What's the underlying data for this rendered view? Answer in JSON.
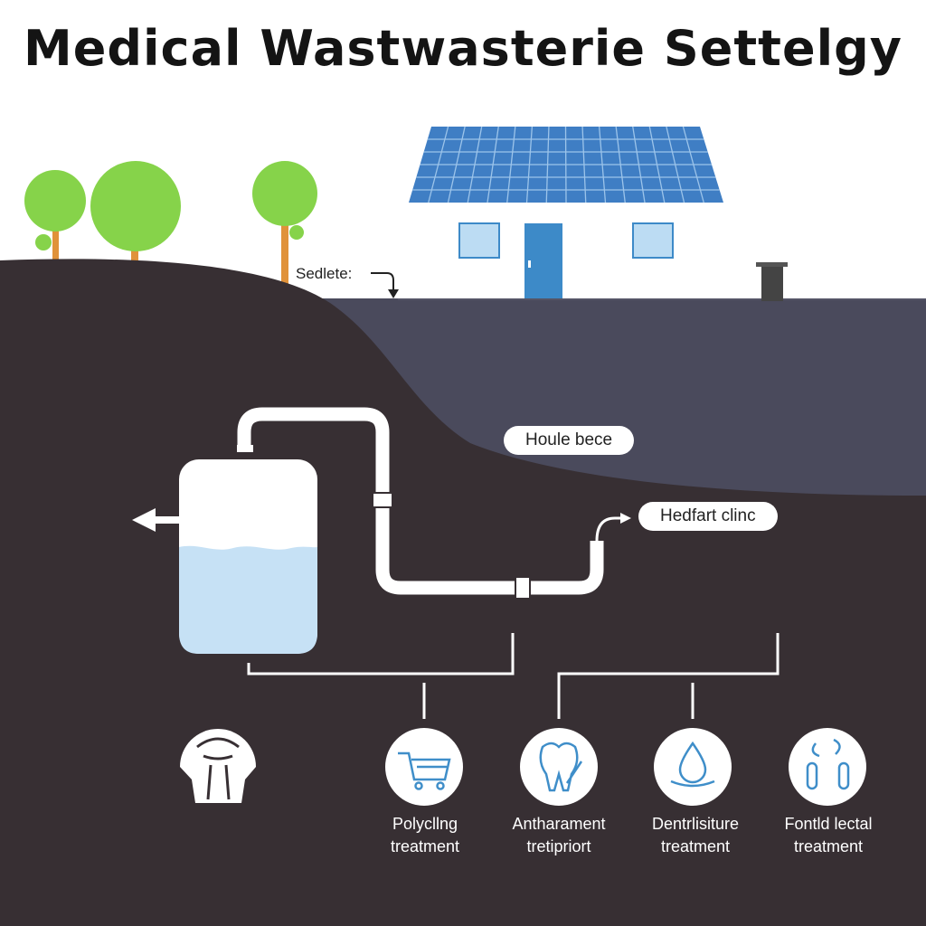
{
  "title": "Medical Wastwasterie Settelgy",
  "labels": {
    "ground": "Sedlete:",
    "pill_1": "Houle bece",
    "pill_2": "Hedfart clinc"
  },
  "treatments": [
    {
      "line1": "Polycllng",
      "line2": "treatment",
      "icon": "cart-icon"
    },
    {
      "line1": "Antharament",
      "line2": "tretipriort",
      "icon": "tooth-icon"
    },
    {
      "line1": "Dentrlisiture",
      "line2": "treatment",
      "icon": "water-drop-icon"
    },
    {
      "line1": "Fontld lectal",
      "line2": "treatment",
      "icon": "test-tubes-icon"
    }
  ],
  "colors": {
    "underground_dark": "#372f33",
    "underground_slate": "#4a4a5c",
    "solar_panel": "#3f7ec4",
    "door": "#3d8ac8",
    "tree": "#86d34a",
    "water": "#c6e1f5",
    "icon_stroke": "#3f8ec9"
  }
}
